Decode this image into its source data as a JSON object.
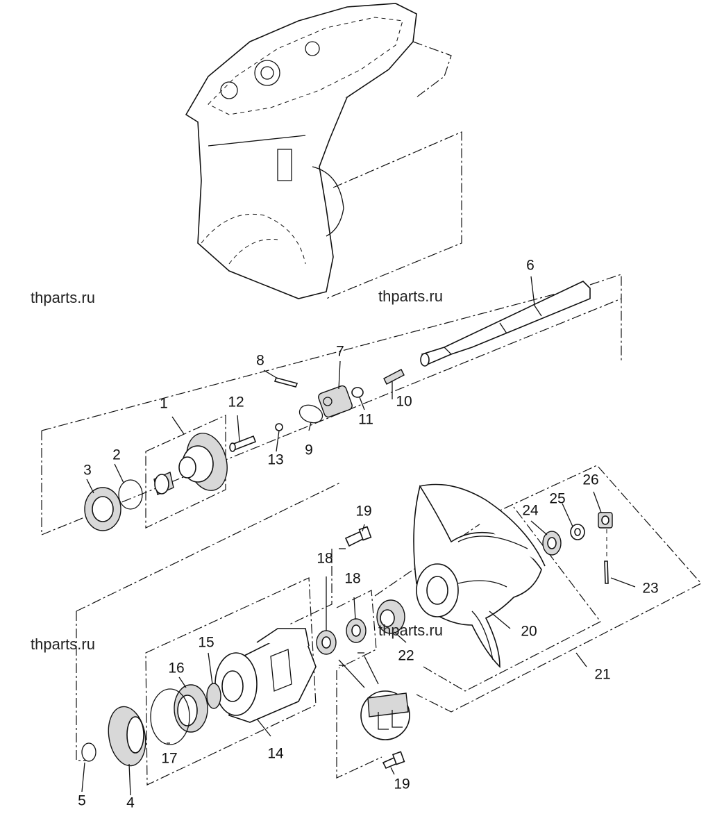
{
  "watermarks": [
    "thparts.ru",
    "thparts.ru",
    "thparts.ru",
    "thparts.ru"
  ],
  "parts": [
    {
      "id": "1",
      "label": "1"
    },
    {
      "id": "2",
      "label": "2"
    },
    {
      "id": "3",
      "label": "3"
    },
    {
      "id": "4",
      "label": "4"
    },
    {
      "id": "5",
      "label": "5"
    },
    {
      "id": "6",
      "label": "6"
    },
    {
      "id": "7",
      "label": "7"
    },
    {
      "id": "8",
      "label": "8"
    },
    {
      "id": "9",
      "label": "9"
    },
    {
      "id": "10",
      "label": "10"
    },
    {
      "id": "11",
      "label": "11"
    },
    {
      "id": "12",
      "label": "12"
    },
    {
      "id": "13",
      "label": "13"
    },
    {
      "id": "14",
      "label": "14"
    },
    {
      "id": "15",
      "label": "15"
    },
    {
      "id": "16",
      "label": "16"
    },
    {
      "id": "17",
      "label": "17"
    },
    {
      "id": "18a",
      "label": "18"
    },
    {
      "id": "18b",
      "label": "18"
    },
    {
      "id": "19a",
      "label": "19"
    },
    {
      "id": "19b",
      "label": "19"
    },
    {
      "id": "20",
      "label": "20"
    },
    {
      "id": "21",
      "label": "21"
    },
    {
      "id": "22",
      "label": "22"
    },
    {
      "id": "23",
      "label": "23"
    },
    {
      "id": "24",
      "label": "24"
    },
    {
      "id": "25",
      "label": "25"
    },
    {
      "id": "26",
      "label": "26"
    }
  ]
}
